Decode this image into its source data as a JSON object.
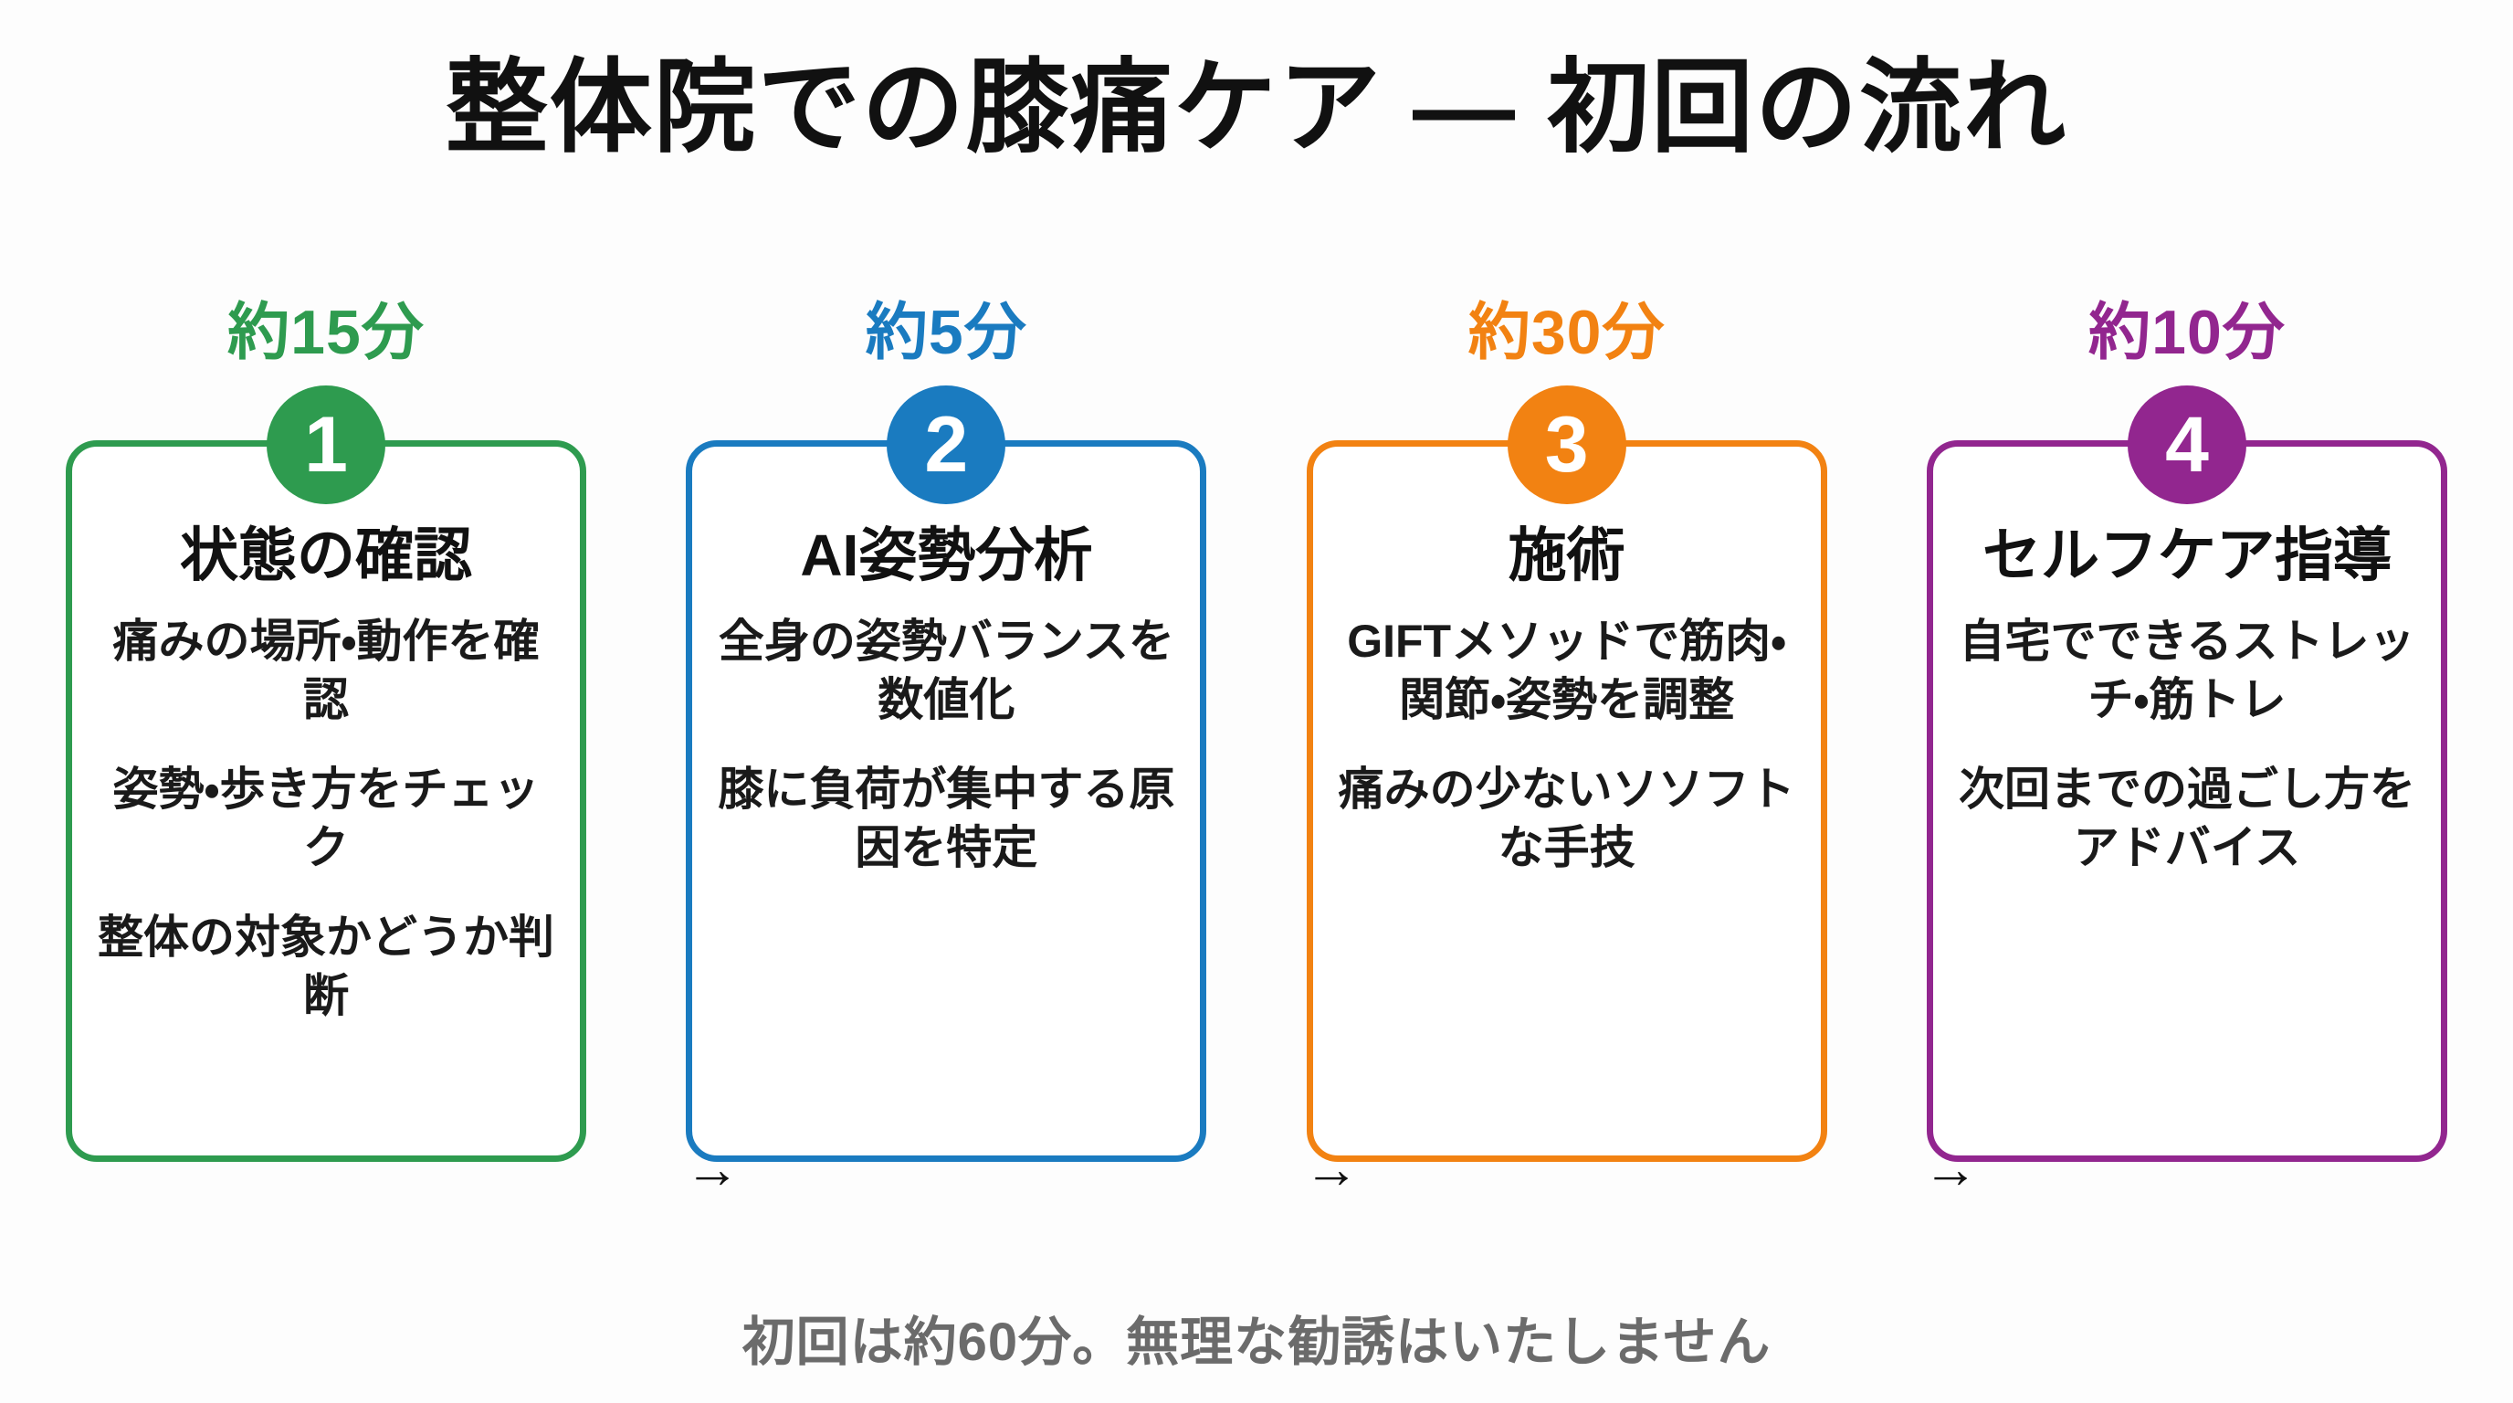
{
  "page": {
    "title": "整体院での膝痛ケア ― 初回の流れ",
    "background_color": "#fdfdfd",
    "title_color": "#111111",
    "footer": "初回は約60分。無理な勧誘はいたしません",
    "footer_color": "#6b6b6b"
  },
  "arrows": {
    "glyph_1": "→",
    "glyph_2": "→",
    "glyph_3": "→"
  },
  "steps": [
    {
      "number": "1",
      "duration": "約15分",
      "title": "状態の確認",
      "color": "#2E9B4F",
      "body": [
        "痛みの場所・動作を確認",
        "姿勢・歩き方をチェック",
        "整体の対象かどうか判断"
      ]
    },
    {
      "number": "2",
      "duration": "約5分",
      "title": "AI姿勢分析",
      "color": "#1A7BC0",
      "body": [
        "全身の姿勢バランスを数値化",
        "膝に負荷が集中する原因を特定"
      ]
    },
    {
      "number": "3",
      "duration": "約30分",
      "title": "施術",
      "color": "#F28212",
      "body": [
        "GIFTメソッドで筋肉・関節・姿勢を調整",
        "痛みの少ないソソフトな手技"
      ]
    },
    {
      "number": "4",
      "duration": "約10分",
      "title": "セルフケア指導",
      "color": "#92268F",
      "body": [
        "自宅でできるストレッチ・筋トレ",
        "次回までの過ごし方をアドバイス"
      ]
    }
  ]
}
